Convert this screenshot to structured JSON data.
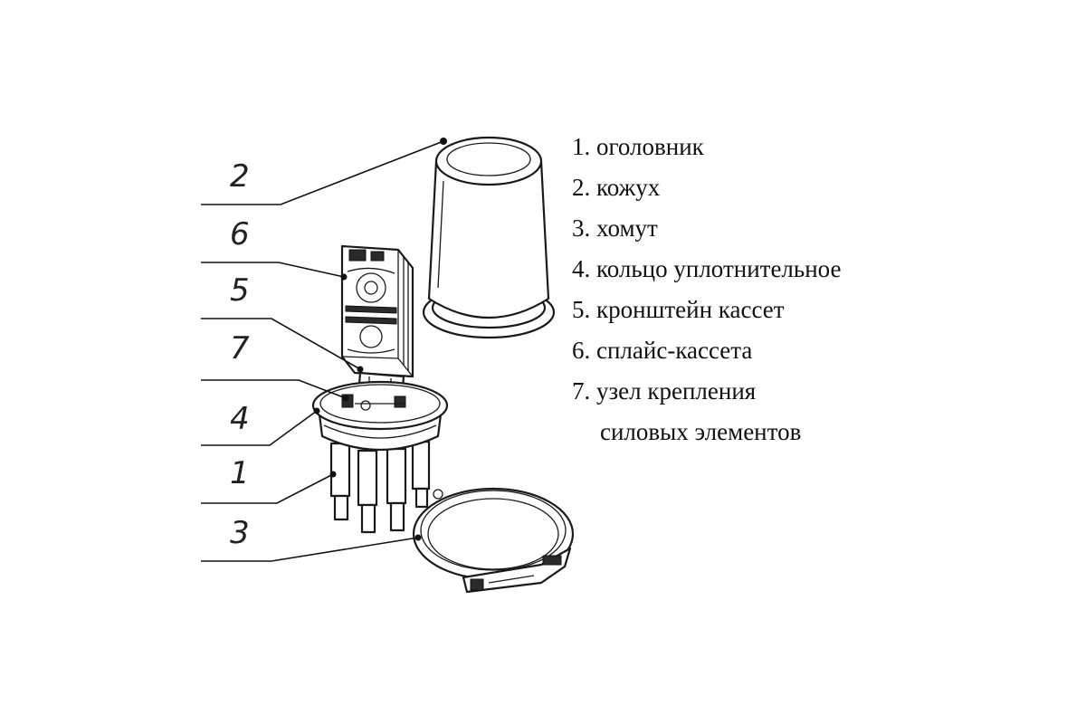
{
  "callouts": [
    {
      "id": "2",
      "label": "2"
    },
    {
      "id": "6",
      "label": "6"
    },
    {
      "id": "5",
      "label": "5"
    },
    {
      "id": "7",
      "label": "7"
    },
    {
      "id": "4",
      "label": "4"
    },
    {
      "id": "1",
      "label": "1"
    },
    {
      "id": "3",
      "label": "3"
    }
  ],
  "legend": [
    "1. оголовник",
    "2. кожух",
    "3. хомут",
    "4. кольцо уплотнительное",
    "5. кронштейн кассет",
    "6. сплайс-кассета",
    "7. узел крепления",
    "силовых элементов"
  ]
}
